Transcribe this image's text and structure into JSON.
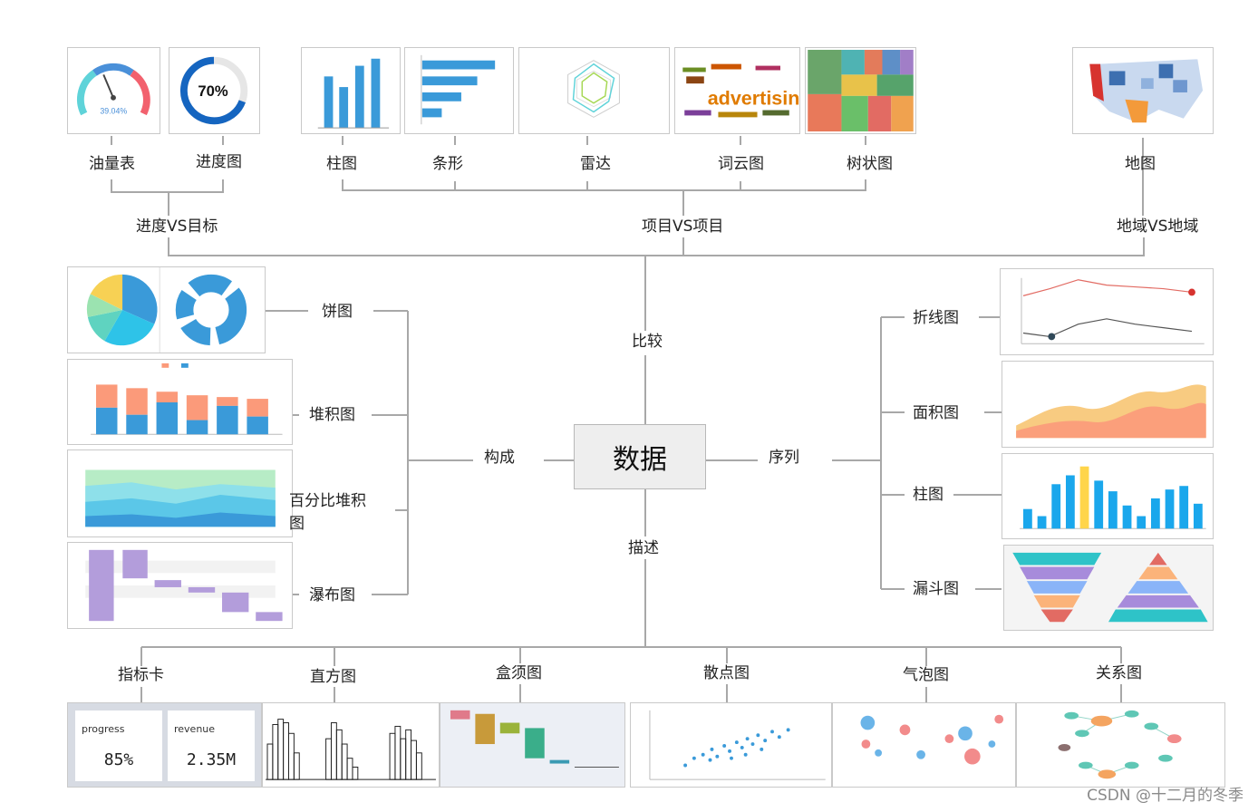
{
  "center": {
    "title": "数据"
  },
  "categories": {
    "compare": "比较",
    "compose": "构成",
    "sequence": "序列",
    "describe": "描述"
  },
  "compare_groups": {
    "progress_vs_target": "进度VS目标",
    "item_vs_item": "项目VS项目",
    "region_vs_region": "地域VS地域"
  },
  "top_labels": {
    "gauge": "油量表",
    "progress": "进度图",
    "column": "柱图",
    "bar": "条形",
    "radar": "雷达",
    "wordcloud": "词云图",
    "treemap": "树状图",
    "map": "地图"
  },
  "left_labels": {
    "pie": "饼图",
    "stacked": "堆积图",
    "percent_stacked": "百分比堆积图",
    "waterfall": "瀑布图"
  },
  "right_labels": {
    "line": "折线图",
    "area": "面积图",
    "column": "柱图",
    "funnel": "漏斗图"
  },
  "bottom_labels": {
    "kpi": "指标卡",
    "histogram": "直方图",
    "boxplot": "盒须图",
    "scatter": "散点图",
    "bubble": "气泡图",
    "relation": "关系图"
  },
  "thumbs": {
    "gauge_value": "39.04%",
    "progress_value": "70%",
    "wordcloud_word": "advertising",
    "kpi_cards": [
      {
        "title": "progress",
        "value": "85%"
      },
      {
        "title": "revenue",
        "value": "2.35M"
      }
    ]
  },
  "watermark": "CSDN @十二月的冬季",
  "colors": {
    "line": "#999999",
    "blue": "#3a9ad9",
    "orange": "#fb9a7a",
    "purple": "#b39ddb"
  }
}
